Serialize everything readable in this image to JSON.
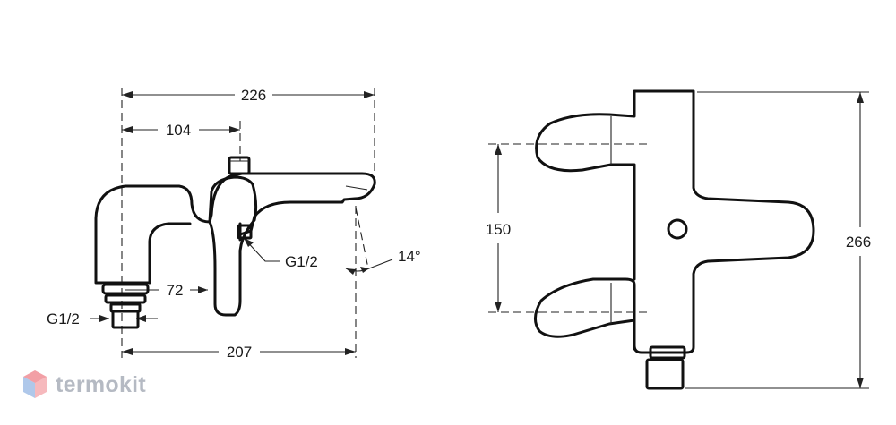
{
  "dimensions": {
    "overall_length": "226",
    "handle_offset": "104",
    "spout_reach": "207",
    "inlet_offset": "72",
    "inlet_thread_left": "G1/2",
    "outlet_thread": "G1/2",
    "spout_angle": "14°",
    "inlet_centers": "150",
    "overall_height": "266"
  },
  "watermark": {
    "brand": "termokit"
  },
  "colors": {
    "line": "#111111",
    "logo_red": "#e8505b",
    "logo_blue": "#6e9ad8",
    "logo_text": "#8a929d"
  }
}
